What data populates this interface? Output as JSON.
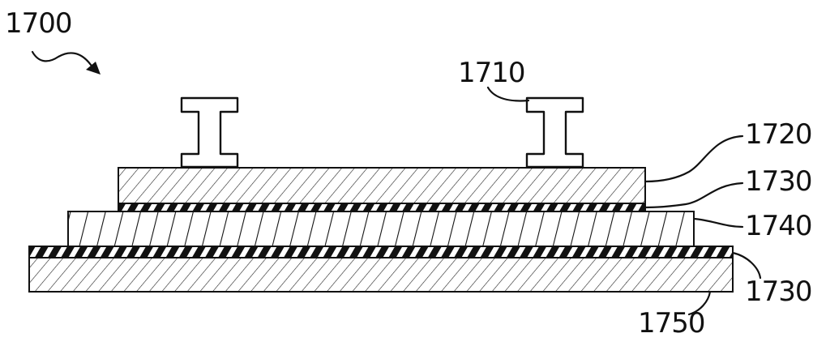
{
  "figure": {
    "figure_ref": "1700",
    "rails_ref": "1710",
    "layers": [
      {
        "key": "layer-1720",
        "ref": "1720",
        "pattern": "diagonal-hatch"
      },
      {
        "key": "layer-1730-upper",
        "ref": "1730",
        "pattern": "black-white-stripe"
      },
      {
        "key": "layer-1740",
        "ref": "1740",
        "pattern": "sparse-slant"
      },
      {
        "key": "layer-1730-lower",
        "ref": "1730",
        "pattern": "black-white-stripe"
      },
      {
        "key": "layer-1750",
        "ref": "1750",
        "pattern": "diagonal-hatch"
      }
    ]
  }
}
